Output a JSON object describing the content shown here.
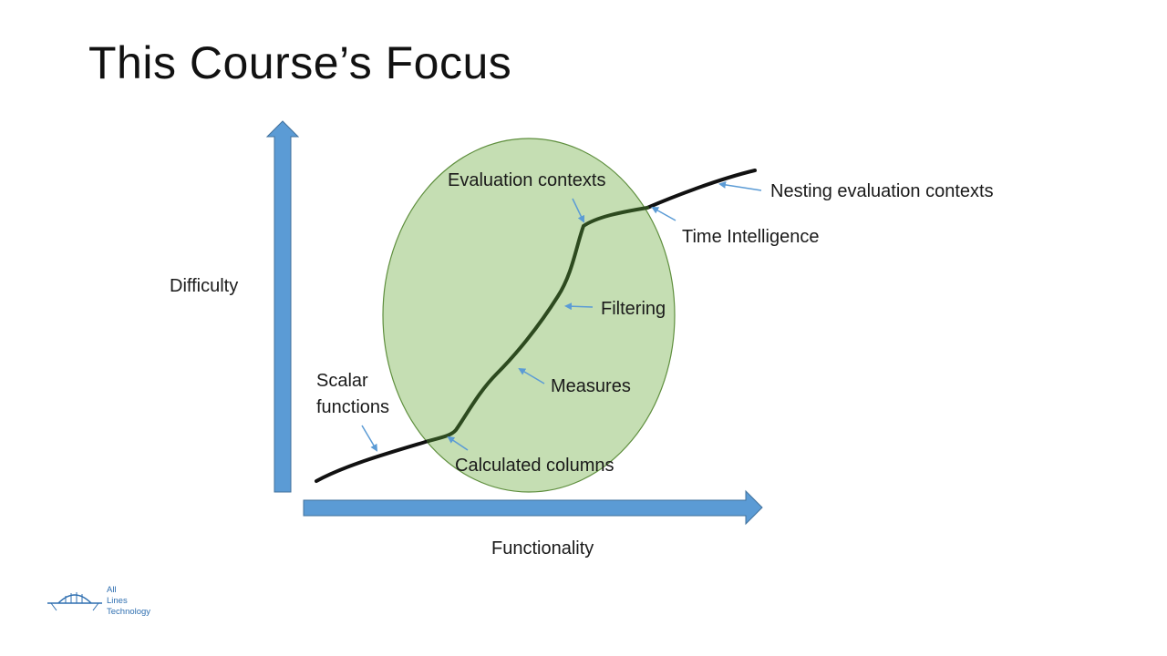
{
  "slide": {
    "title": "This Course’s Focus"
  },
  "axes": {
    "y_label": "Difficulty",
    "x_label": "Functionality",
    "color": "#5b9bd5"
  },
  "focus_region": {
    "fill": "#c5deb3",
    "stroke": "#5f8f3e"
  },
  "curve": {
    "color": "#111111",
    "inside_color": "#2d4a1f"
  },
  "annotations": {
    "scalar_functions_line1": "Scalar",
    "scalar_functions_line2": "functions",
    "calculated_columns": "Calculated columns",
    "measures": "Measures",
    "filtering": "Filtering",
    "evaluation_contexts": "Evaluation contexts",
    "time_intelligence": "Time Intelligence",
    "nesting_evaluation_contexts": "Nesting evaluation contexts",
    "arrow_color": "#5b9bd5"
  },
  "logo": {
    "text": "All\nLines\nTechnology",
    "color": "#2f6fb0"
  }
}
